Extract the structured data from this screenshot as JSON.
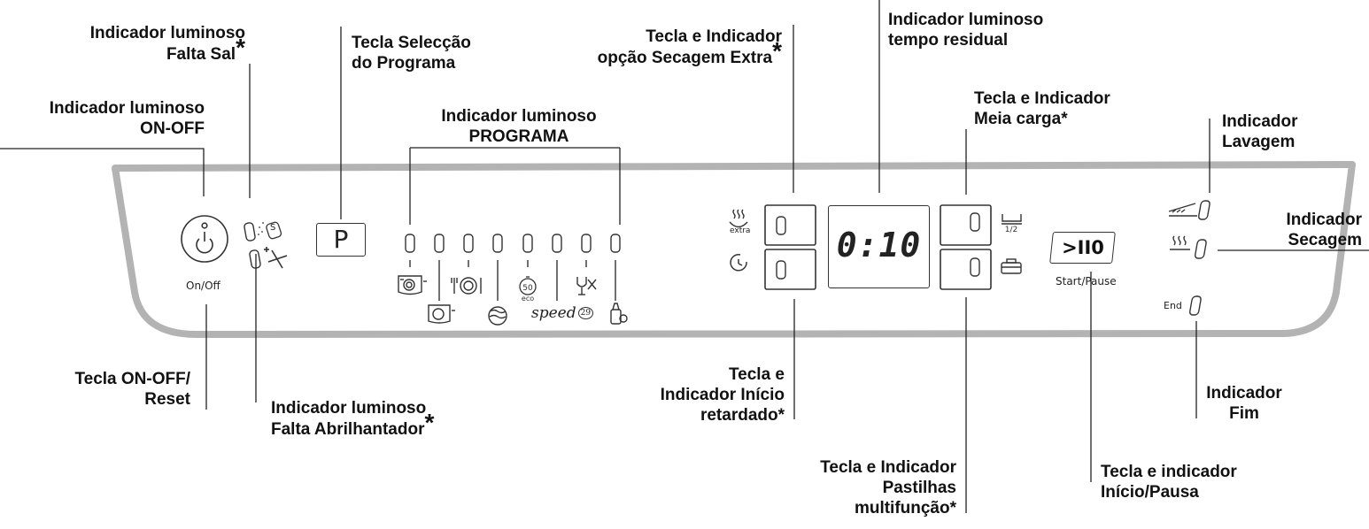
{
  "labels": {
    "on_off_led": [
      "Indicador luminoso",
      "ON-OFF"
    ],
    "salt": [
      "Indicador luminoso",
      "Falta Sal"
    ],
    "program_key": [
      "Tecla Selecção",
      "do Programa"
    ],
    "program_leds": [
      "Indicador luminoso",
      "PROGRAMA"
    ],
    "extra_dry": [
      "Tecla e Indicador",
      "opção Secagem Extra"
    ],
    "residual_time": [
      "Indicador luminoso",
      "tempo residual"
    ],
    "half_load": [
      "Tecla e Indicador",
      "Meia carga*"
    ],
    "wash": [
      "Indicador",
      "Lavagem"
    ],
    "drying": [
      "Indicador",
      "Secagem"
    ],
    "on_off_key": [
      "Tecla ON-OFF/",
      "Reset"
    ],
    "rinse_aid": [
      "Indicador luminoso",
      "Falta Abrilhantador"
    ],
    "delay_start": [
      "Tecla e",
      "Indicador Início",
      "retardado*"
    ],
    "tablets": [
      "Tecla e Indicador",
      "Pastilhas",
      "multifunção*"
    ],
    "start_pause": [
      "Tecla e indicador",
      "Início/Pausa"
    ],
    "end": [
      "Indicador",
      "Fim"
    ]
  },
  "asterisk": "*",
  "panel": {
    "onoff_caption": "On/Off",
    "program_key": "P",
    "display": "0:10",
    "extra_caption": "extra",
    "eco_caption": "eco",
    "eco_temp": "50",
    "speed_text": "speed",
    "speed_num": "29",
    "half_symbol": "1/2",
    "salt_symbol": "S",
    "start_glyph": ">II0",
    "start_caption": "Start/Pause",
    "end_caption": "End"
  },
  "icons": [
    "power-icon",
    "salt-icon",
    "rinse-aid-icon",
    "intensive-icon",
    "normal-icon",
    "plates-icon",
    "soak-icon",
    "eco-icon",
    "speed-icon",
    "crystal-icon",
    "baby-icon",
    "extra-dry-icon",
    "delay-icon",
    "half-load-icon",
    "tablet-icon",
    "wash-icon",
    "drying-icon"
  ]
}
